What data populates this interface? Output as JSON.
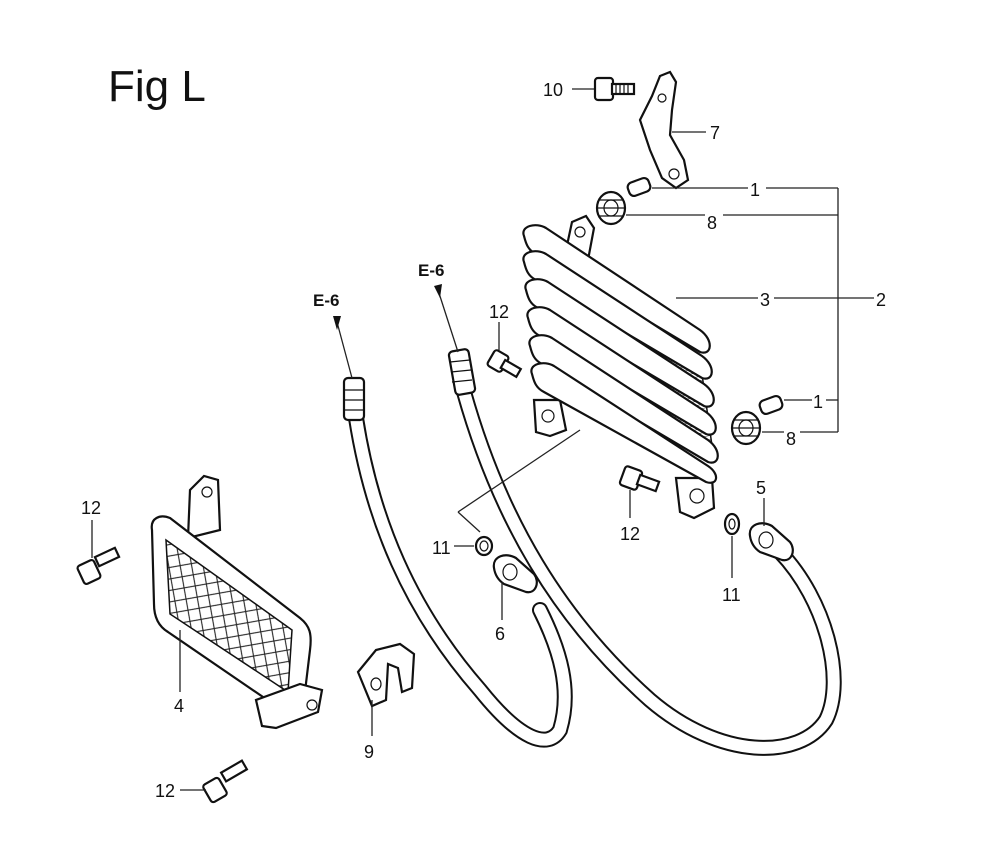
{
  "figure": {
    "title": "Fig L"
  },
  "callouts": {
    "c1a": "1",
    "c1b": "1",
    "c2": "2",
    "c3": "3",
    "c4": "4",
    "c5": "5",
    "c6": "6",
    "c7": "7",
    "c8a": "8",
    "c8b": "8",
    "c9": "9",
    "c10": "10",
    "c11a": "11",
    "c11b": "11",
    "c12a": "12",
    "c12b": "12",
    "c12c": "12",
    "c12d": "12"
  },
  "references": {
    "ref_left": "E-6",
    "ref_right": "E-6"
  }
}
